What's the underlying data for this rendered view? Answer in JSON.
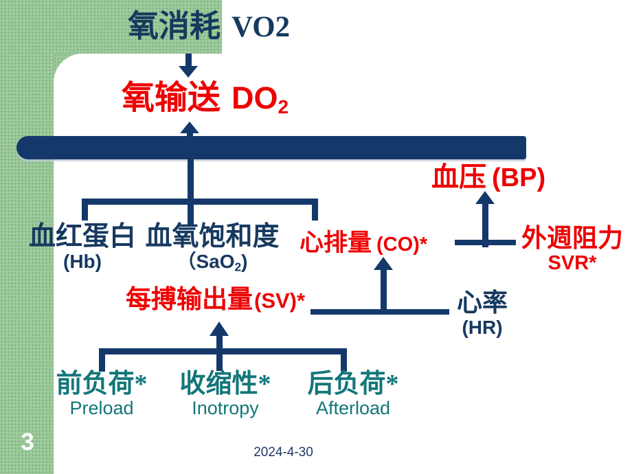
{
  "slide": {
    "page_number": "3",
    "footer_date": "2024-4-30"
  },
  "colors": {
    "navy": "#14386a",
    "red": "#ee0000",
    "teal": "#13767a",
    "green_background": "#9ecb9d"
  },
  "diagram": {
    "oxygen_consumption": {
      "zh": "氧消耗",
      "en": "VO2"
    },
    "oxygen_delivery": {
      "zh": "氧输送",
      "en_base": "DO",
      "en_sub": "2"
    },
    "blood_pressure": {
      "zh": "血压",
      "en": "(BP)"
    },
    "hemoglobin": {
      "zh": "血红蛋白",
      "en": "(Hb)"
    },
    "oxygen_saturation": {
      "zh": "血氧饱和度",
      "en_pre": "（SaO",
      "en_sub": "2",
      "en_post": ")"
    },
    "cardiac_output": {
      "zh": "心排量",
      "en": "(CO)*"
    },
    "peripheral_resistance": {
      "zh": "外週阻力",
      "en": "SVR*"
    },
    "stroke_volume": {
      "zh": "每搏输出量",
      "en": "(SV)*"
    },
    "heart_rate": {
      "zh": "心率",
      "en": "(HR)"
    },
    "preload": {
      "zh": "前负荷*",
      "en": "Preload"
    },
    "inotropy": {
      "zh": "收缩性*",
      "en": "Inotropy"
    },
    "afterload": {
      "zh": "后负荷*",
      "en": "Afterload"
    }
  }
}
